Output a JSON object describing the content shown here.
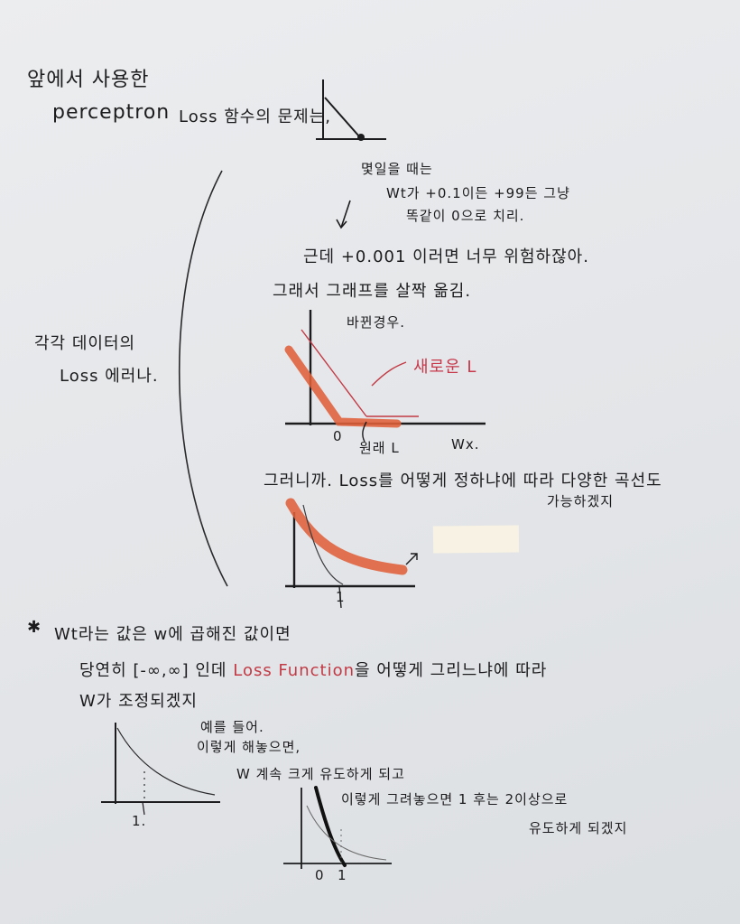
{
  "notes": {
    "line1": "앞에서 사용한",
    "line2a": "perceptron",
    "line2b": "Loss 함수의 문제는,",
    "flat_when": "몇일을 때는",
    "wt_line1": "Wt가 +0.1이든 +99든 그냥",
    "wt_line2": "똑같이 0으로 치리.",
    "but_line": "근데 +0.001 이러면 너무 위험하잖아.",
    "graph_line": "그래서 그래프를 살짝 옮김.",
    "graph_line2": "바뀐경우.",
    "side_label1": "각각 데이터의",
    "side_label2": "Loss 에러나.",
    "new_loss": "새로운 L",
    "zero": "0",
    "old_loss": "원래 L",
    "wx": "Wx.",
    "curve_line1": "그러니까. Loss를 어떻게 정하냐에 따라 다양한 곡선도",
    "curve_line2": "가능하겠지",
    "star": "✱",
    "wt_range_line1": "Wt라는 값은 w에 곱해진 값이면",
    "wt_range_pre": "당연히 [-∞,∞] 인데",
    "wt_range_red": "Loss Function",
    "wt_range_post": "을 어떻게 그리느냐에 따라",
    "wt_range_line3": "W가 조정되겠지",
    "ex_line1": "예를 들어.",
    "ex_line2": "이렇게 해놓으면,",
    "ex_line3": "W 계속 크게 유도하게 되고",
    "final_note1": "이렇게 그려놓으면 1 후는 2이상으로",
    "final_note2": "유도하게 되겠지",
    "one_label_a": "1.",
    "one_label_b": "1",
    "zero_label_b": "0",
    "one_label_c": "1"
  },
  "colors": {
    "ink": "#1c1c1e",
    "red_ink": "#c23a45",
    "highlighter": "#e0603a",
    "pencil": "#6b6b6b"
  }
}
